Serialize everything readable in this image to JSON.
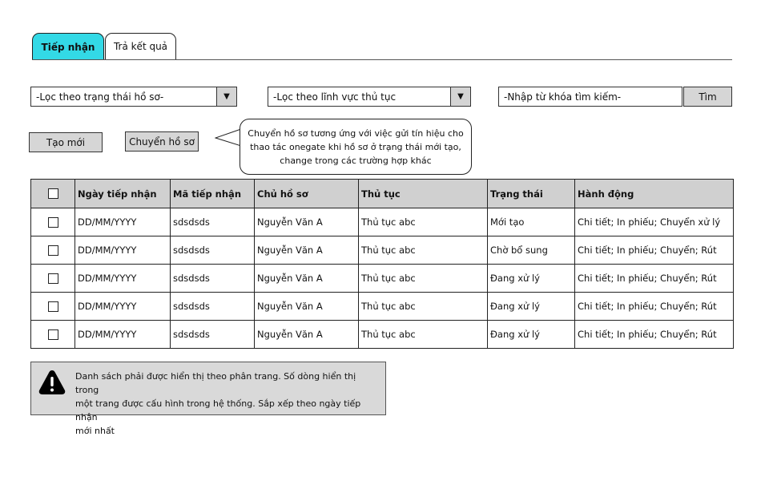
{
  "tabs": [
    {
      "label": "Tiếp nhận",
      "active": true
    },
    {
      "label": "Trả kết quả",
      "active": false
    }
  ],
  "filters": {
    "status_filter": "-Lọc theo trạng thái hồ sơ-",
    "field_filter": "-Lọc theo lĩnh vực thủ tục",
    "search_placeholder": "-Nhập từ khóa tìm kiếm-",
    "search_button": "Tìm"
  },
  "actions": {
    "create_new": "Tạo mới",
    "transfer": "Chuyển hồ sơ"
  },
  "callout": {
    "line1": "Chuyển hồ sơ tương ứng với việc gửi tín hiệu cho",
    "line2": "thao tác onegate khi hồ sơ ở trạng thái mới tạo,",
    "line3": "change trong các trường hợp khác"
  },
  "table": {
    "headers": [
      "Ngày tiếp nhận",
      "Mã tiếp nhận",
      "Chủ hồ sơ",
      "Thủ tục",
      "Trạng thái",
      "Hành động"
    ],
    "rows": [
      [
        "DD/MM/YYYY",
        "sdsdsds",
        "Nguyễn Văn A",
        "Thủ tục abc",
        "Mới tạo",
        "Chi tiết; In phiếu; Chuyển xử lý"
      ],
      [
        "DD/MM/YYYY",
        "sdsdsds",
        "Nguyễn Văn A",
        "Thủ tục abc",
        "Chờ bổ sung",
        "Chi tiết; In phiếu; Chuyển; Rút"
      ],
      [
        "DD/MM/YYYY",
        "sdsdsds",
        "Nguyễn Văn A",
        "Thủ tục abc",
        "Đang xử lý",
        "Chi tiết; In phiếu; Chuyển; Rút"
      ],
      [
        "DD/MM/YYYY",
        "sdsdsds",
        "Nguyễn Văn A",
        "Thủ tục abc",
        "Đang xử lý",
        "Chi tiết; In phiếu; Chuyển; Rút"
      ],
      [
        "DD/MM/YYYY",
        "sdsdsds",
        "Nguyễn Văn A",
        "Thủ tục abc",
        "Đang xử lý",
        "Chi tiết; In phiếu; Chuyển; Rút"
      ]
    ]
  },
  "note": {
    "line1": "Danh sách phải được hiển thị theo phân trang. Số dòng hiển thị trong",
    "line2": "một trang được cấu hình trong hệ thống. Sắp xếp theo ngày tiếp nhận",
    "line3": "mới nhất"
  },
  "colors": {
    "active_tab": "#33d9e6",
    "header_bg": "#d0d0d0",
    "button_bg": "#d6d6d6"
  },
  "icons": {
    "dropdown": "triangle-down-icon",
    "note": "warning-icon"
  }
}
